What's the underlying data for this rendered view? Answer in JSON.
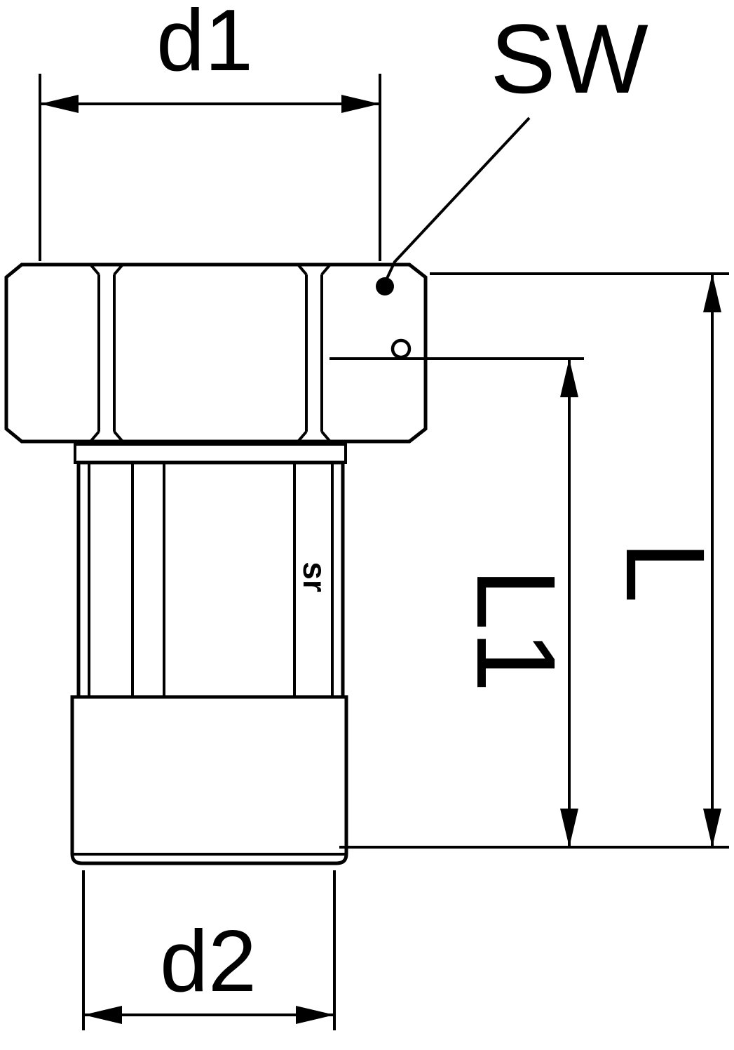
{
  "drawing": {
    "background_color": "#ffffff",
    "line_color": "#000000",
    "dimensions": {
      "d1": "d1",
      "d2": "d2",
      "l1": "L1",
      "l": "L",
      "sw": "SW"
    },
    "marking": "sr"
  }
}
